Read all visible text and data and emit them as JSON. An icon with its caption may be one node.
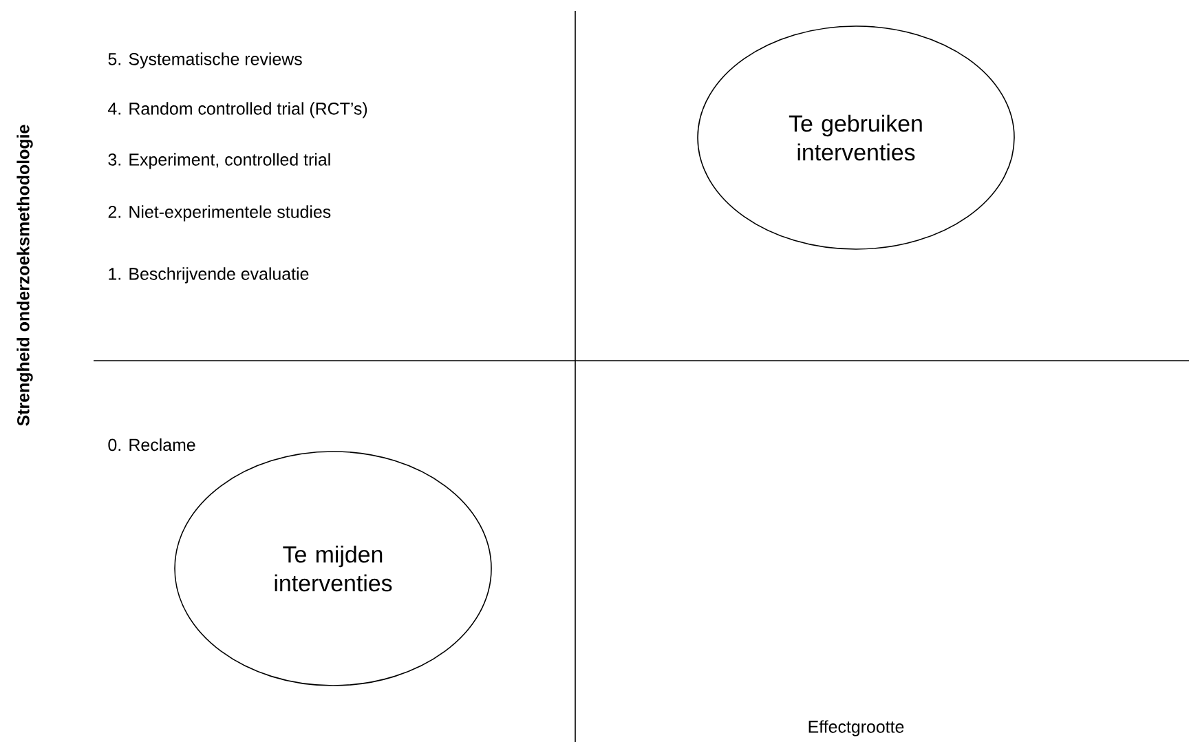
{
  "diagram": {
    "nodes": [
      {
        "text": [
          "Te gebruiken interventies"
        ]
      },
      {
        "text": [
          "Te mijden interventies"
        ]
      }
    ],
    "labels": [
      "Strengheid onderzoeksmethodologie",
      "5. Systematische reviews",
      "4. Random controlled trial (RCT’s)",
      "3. Experiment, controlled trial",
      "2. Niet-experimentele studies",
      "1. Beschrijvende evaluatie",
      "0. Reclame",
      "Effectgrootte"
    ]
  }
}
